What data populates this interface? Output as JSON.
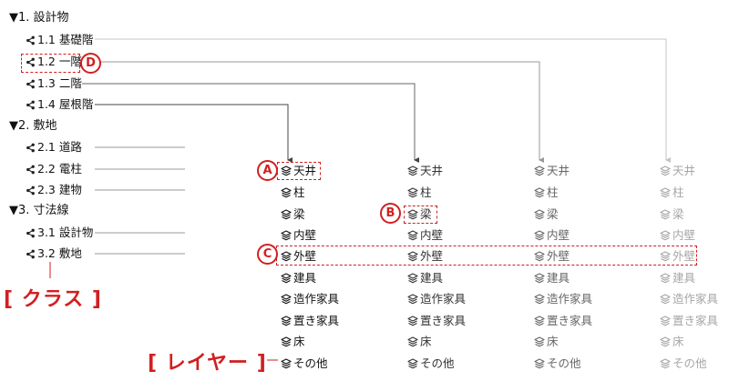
{
  "tree": {
    "groups": [
      {
        "label": "▼1. 設計物",
        "items": [
          "1.1 基礎階",
          "1.2 一階",
          "1.3 二階",
          "1.4 屋根階"
        ]
      },
      {
        "label": "▼2. 敷地",
        "items": [
          "2.1 道路",
          "2.2 電柱",
          "2.3 建物"
        ]
      },
      {
        "label": "▼3. 寸法線",
        "items": [
          "3.1 設計物",
          "3.2 敷地"
        ]
      }
    ]
  },
  "layer_columns": [
    {
      "layers": [
        "天井",
        "柱",
        "梁",
        "内壁",
        "外壁",
        "建具",
        "造作家具",
        "置き家具",
        "床",
        "その他"
      ]
    },
    {
      "layers": [
        "天井",
        "柱",
        "梁",
        "内壁",
        "外壁",
        "建具",
        "造作家具",
        "置き家具",
        "床",
        "その他"
      ]
    },
    {
      "layers": [
        "天井",
        "柱",
        "梁",
        "内壁",
        "外壁",
        "建具",
        "造作家具",
        "置き家具",
        "床",
        "その他"
      ]
    },
    {
      "layers": [
        "天井",
        "柱",
        "梁",
        "内壁",
        "外壁",
        "建具",
        "造作家具",
        "置き家具",
        "床",
        "その他"
      ]
    }
  ],
  "markers": {
    "a": "A",
    "b": "B",
    "c": "C",
    "d": "D"
  },
  "captions": {
    "class_label": "[ クラス ]",
    "layer_label": "[ レイヤー ]"
  },
  "colors": {
    "accent": "#d21f1f",
    "text": "#111111",
    "line": "#888888",
    "faded": "#a6a6a6"
  },
  "icons": {
    "class_item": "share-nodes-icon",
    "layer_item": "layers-stack-icon"
  }
}
